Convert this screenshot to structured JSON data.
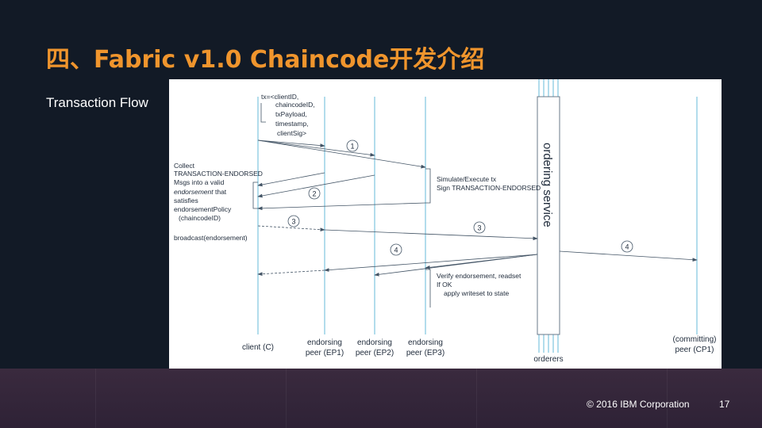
{
  "slide": {
    "title": "四、Fabric v1.0 Chaincode开发介绍",
    "subtitle": "Transaction Flow",
    "copyright": "© 2016 IBM Corporation",
    "page_number": "17"
  },
  "diagram": {
    "lifelines": {
      "client": "client (C)",
      "ep1": [
        "endorsing",
        "peer (EP1)"
      ],
      "ep2": [
        "endorsing",
        "peer (EP2)"
      ],
      "ep3": [
        "endorsing",
        "peer (EP3)"
      ],
      "orderers": "orderers",
      "cp1": [
        "(committing)",
        "peer (CP1)"
      ]
    },
    "ordering_service_label": "ordering service",
    "tx_note": [
      "tx=<clientID,",
      "chaincodeID,",
      "txPayload,",
      "timestamp,",
      "clientSig>"
    ],
    "collect_note": [
      "Collect",
      "TRANSACTION-ENDORSED",
      "Msgs into a valid",
      "endorsement that",
      "satisfies",
      "endorsementPolicy",
      "(chaincodeID)"
    ],
    "collect_emphasis": "endorsement",
    "collect_rest": " that",
    "broadcast_note": "broadcast(endorsement)",
    "simulate_note": [
      "Simulate/Execute tx",
      "Sign TRANSACTION-ENDORSED"
    ],
    "verify_note": [
      "Verify endorsement,  readset",
      "If OK",
      "apply writeset to state"
    ],
    "steps": [
      "1",
      "2",
      "3",
      "3",
      "4",
      "4"
    ],
    "colors": {
      "lifeline": "#7fc6e0",
      "arrow": "#445566",
      "text": "#1e2a3a"
    }
  }
}
